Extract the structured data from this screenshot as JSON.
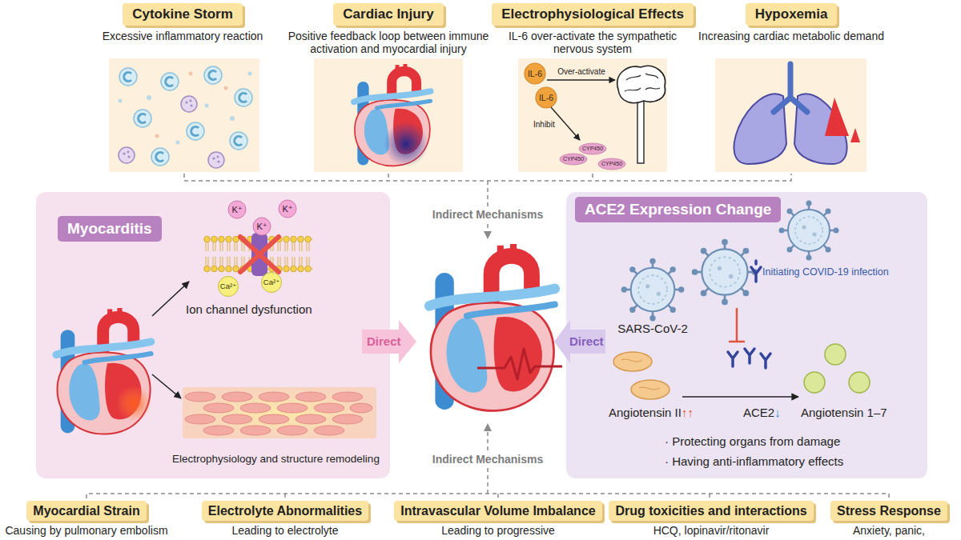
{
  "diagram": {
    "nodes": [
      {
        "text": [
          "Cytokine Storm",
          "Excessive inflammatory reaction"
        ]
      },
      {
        "text": [
          "Cardiac Injury",
          "Positive feedback loop between immune activation and myocardial injury"
        ]
      },
      {
        "text": [
          "Electrophysiological Effects",
          "IL-6 over-activate the sympathetic nervous system"
        ]
      },
      {
        "text": [
          "Hypoxemia",
          "Increasing cardiac metabolic demand"
        ]
      },
      {
        "text": [
          "Myocarditis"
        ]
      },
      {
        "text": [
          "ACE2 Expression Change"
        ]
      },
      {
        "text": [
          "Myocardial Strain",
          "Causing by pulmonary embolism"
        ]
      },
      {
        "text": [
          "Electrolyte Abnormalities",
          "Leading to electrolyte"
        ]
      },
      {
        "text": [
          "Intravascular Volume Imbalance",
          "Leading to progressive"
        ]
      },
      {
        "text": [
          "Drug toxicities and interactions",
          "HCQ, lopinavir/ritonavir"
        ]
      },
      {
        "text": [
          "Stress Response",
          "Anxiety, panic,"
        ]
      }
    ],
    "labels": [
      "Indirect Mechanisms",
      "IL-6",
      "Over-activate",
      "IL-6",
      "Inhibit",
      "CYP450",
      "CYP450",
      "CYP450",
      "K⁺",
      "K⁺",
      "K⁺",
      "Ca²⁺",
      "Ca²⁺",
      "Ion channel dysfunction",
      "Electrophysiology and structure remodeling",
      "Direct",
      "Direct",
      "SARS-CoV-2",
      "Initiating COVID-19 infection",
      "Angiotensin II",
      "↑↑",
      "ACE2",
      "↓",
      "Angiotensin 1–7",
      "· Protecting organs from damage",
      "· Having anti-inflammatory effects",
      "Indirect Mechanisms"
    ]
  }
}
